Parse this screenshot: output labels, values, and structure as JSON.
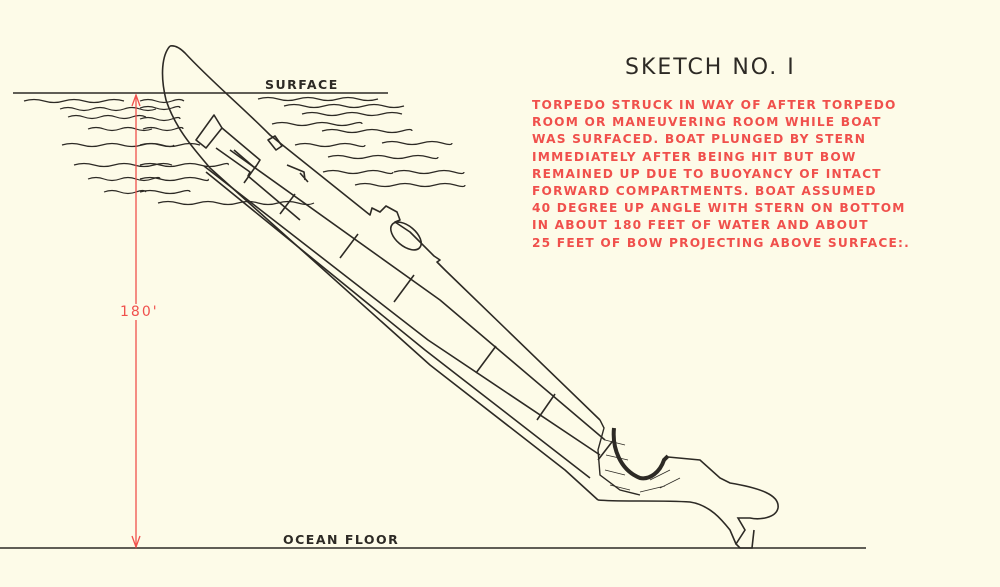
{
  "diagram": {
    "title": "SKETCH NO. I",
    "description_lines": [
      "TORPEDO STRUCK IN WAY OF AFTER TORPEDO",
      "ROOM OR MANEUVERING ROOM WHILE BOAT",
      "WAS SURFACED. BOAT PLUNGED BY STERN",
      "IMMEDIATELY AFTER BEING HIT BUT BOW",
      "REMAINED UP DUE TO BUOYANCY OF INTACT",
      "FORWARD COMPARTMENTS. BOAT ASSUMED",
      "40 DEGREE UP ANGLE WITH STERN ON BOTTOM",
      "IN ABOUT 180 FEET OF WATER AND ABOUT",
      "25 FEET OF BOW PROJECTING ABOVE SURFACE:."
    ],
    "labels": {
      "surface": "SURFACE",
      "ocean_floor": "OCEAN FLOOR",
      "depth": "180'"
    },
    "colors": {
      "paper": "#fdfbe8",
      "ink": "#2d2a25",
      "annotation_red": "#f0504c"
    }
  }
}
